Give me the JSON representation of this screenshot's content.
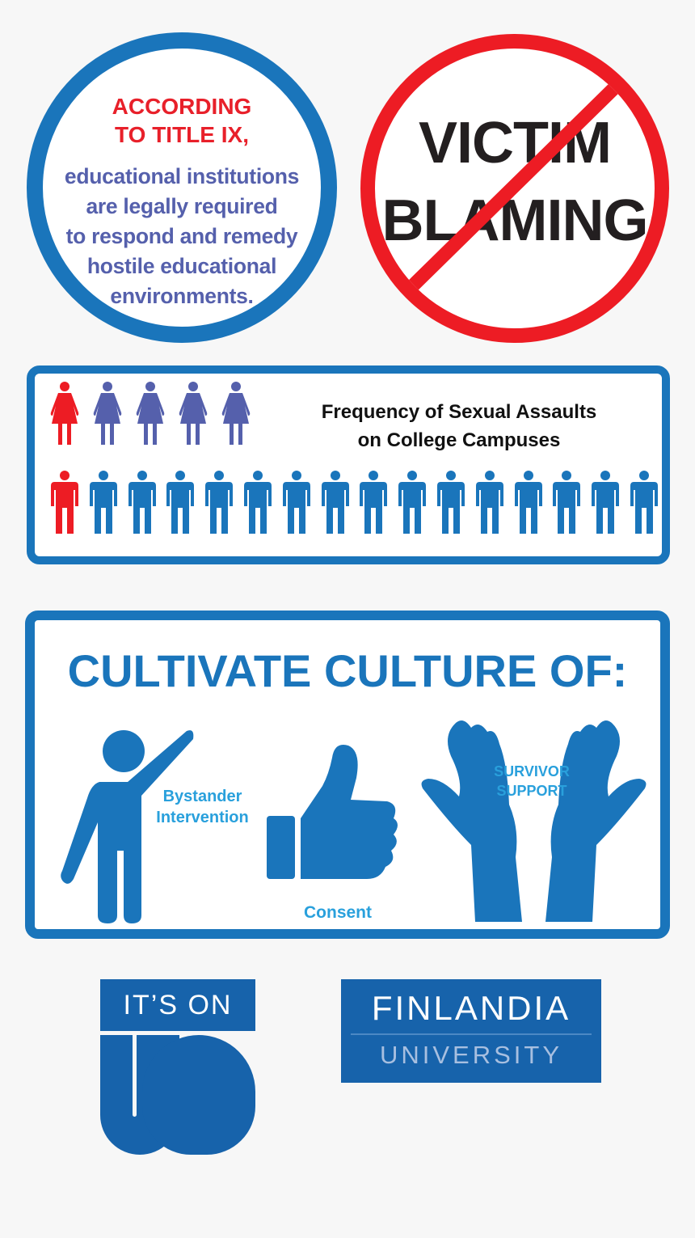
{
  "title_ix": {
    "heading_line1": "ACCORDING",
    "heading_line2": "TO TITLE IX,",
    "body_lines": [
      "educational institutions",
      "are legally required",
      "to respond and remedy",
      "hostile educational",
      "environments."
    ]
  },
  "no_victim_blaming": {
    "line1": "VICTIM",
    "line2": "BLAMING",
    "icon": "prohibition-sign-icon"
  },
  "frequency": {
    "title_line1": "Frequency of Sexual Assaults",
    "title_line2": "on College Campuses",
    "women": {
      "total": 5,
      "affected": 1
    },
    "men": {
      "total": 16,
      "affected": 1
    },
    "colors": {
      "affected": "#ed1c24",
      "women": "#5560ac",
      "men": "#1a75bb"
    }
  },
  "culture": {
    "title": "CULTIVATE CULTURE OF:",
    "items": [
      {
        "label_line1": "Bystander",
        "label_line2": "Intervention",
        "icon": "raised-hand-person-icon"
      },
      {
        "label_line1": "Consent",
        "label_line2": "",
        "icon": "thumbs-up-icon"
      },
      {
        "label_line1": "SURVIVOR",
        "label_line2": "SUPPORT",
        "icon": "open-hands-icon"
      }
    ]
  },
  "logos": {
    "its_on_us": {
      "top": "IT’S ON",
      "bottom": "US"
    },
    "finlandia": {
      "name": "FINLANDIA",
      "sub": "UNIVERSITY"
    }
  },
  "colors": {
    "blue": "#1a75bb",
    "red": "#ed1c24",
    "purple": "#5560ac",
    "light_blue": "#29a0dc",
    "logo_blue": "#1763ab"
  }
}
